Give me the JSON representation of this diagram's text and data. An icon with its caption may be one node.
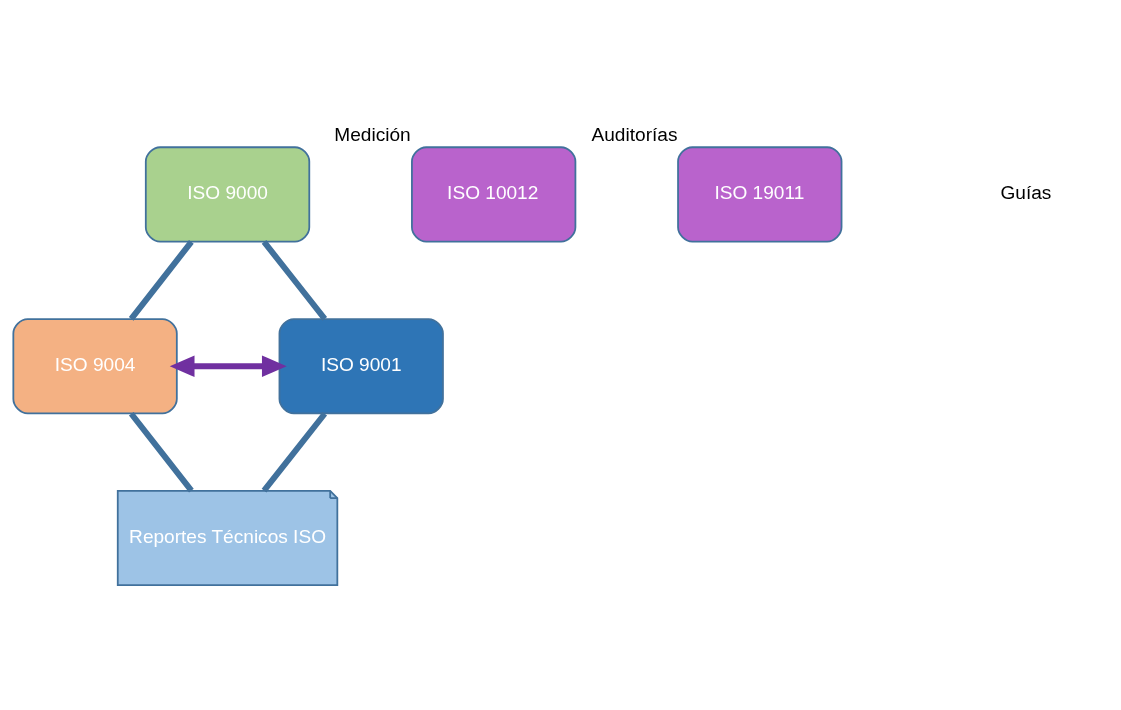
{
  "diagram": {
    "nodes": [
      {
        "text": [
          "ISO 9000"
        ]
      },
      {
        "text": [
          "ISO 10012"
        ],
        "beside": [
          "Medición"
        ]
      },
      {
        "text": [
          "ISO 19011"
        ],
        "beside": [
          "Auditorías"
        ]
      },
      {
        "text": [
          "ISO 9004"
        ]
      },
      {
        "text": [
          "ISO 9001"
        ]
      },
      {
        "text": [
          "Reportes Técnicos ISO"
        ]
      }
    ],
    "edges": [
      {
        "from": 0,
        "to": 4,
        "arrow": "none"
      },
      {
        "from": 0,
        "to": 3,
        "arrow": "none"
      },
      {
        "from": 4,
        "to": 5,
        "arrow": "none"
      },
      {
        "from": 3,
        "to": 5,
        "arrow": "none"
      },
      {
        "from": 3,
        "to": 4,
        "arrow": "both",
        "color": "#7030a0"
      }
    ],
    "labels": [
      "Guías"
    ]
  }
}
